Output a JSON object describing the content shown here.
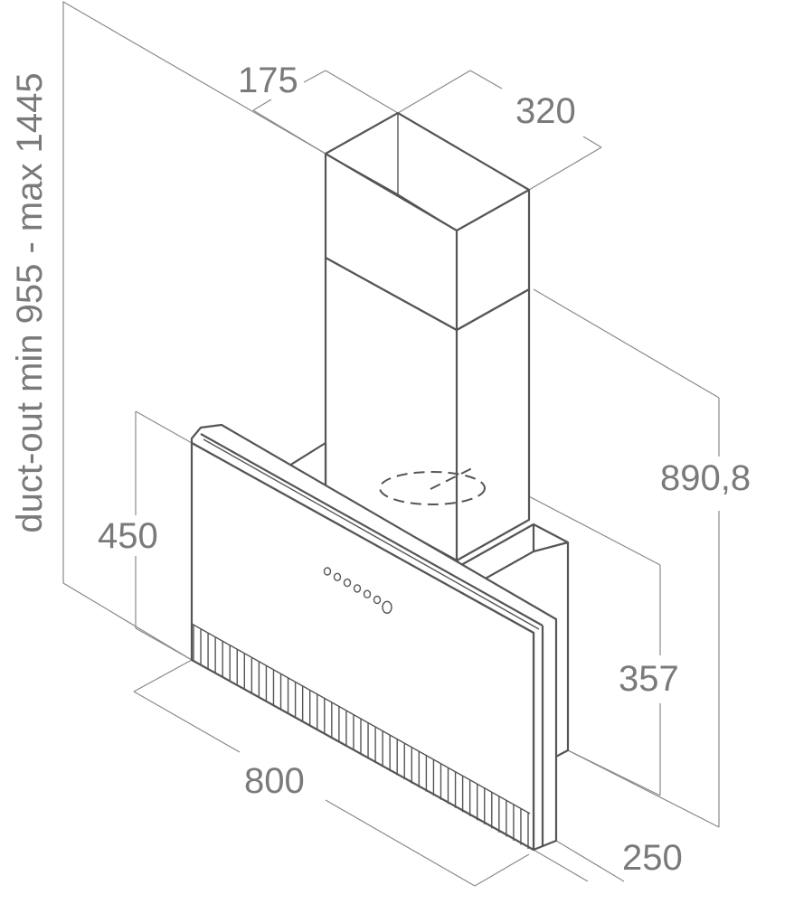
{
  "dimensions": {
    "duct_out": "duct-out min 955 - max 1445",
    "chimney_depth": "175",
    "chimney_width": "320",
    "total_height": "890,8",
    "panel_height": "450",
    "body_height": "357",
    "width": "800",
    "depth": "250"
  },
  "controls": {
    "button_count": 7
  }
}
